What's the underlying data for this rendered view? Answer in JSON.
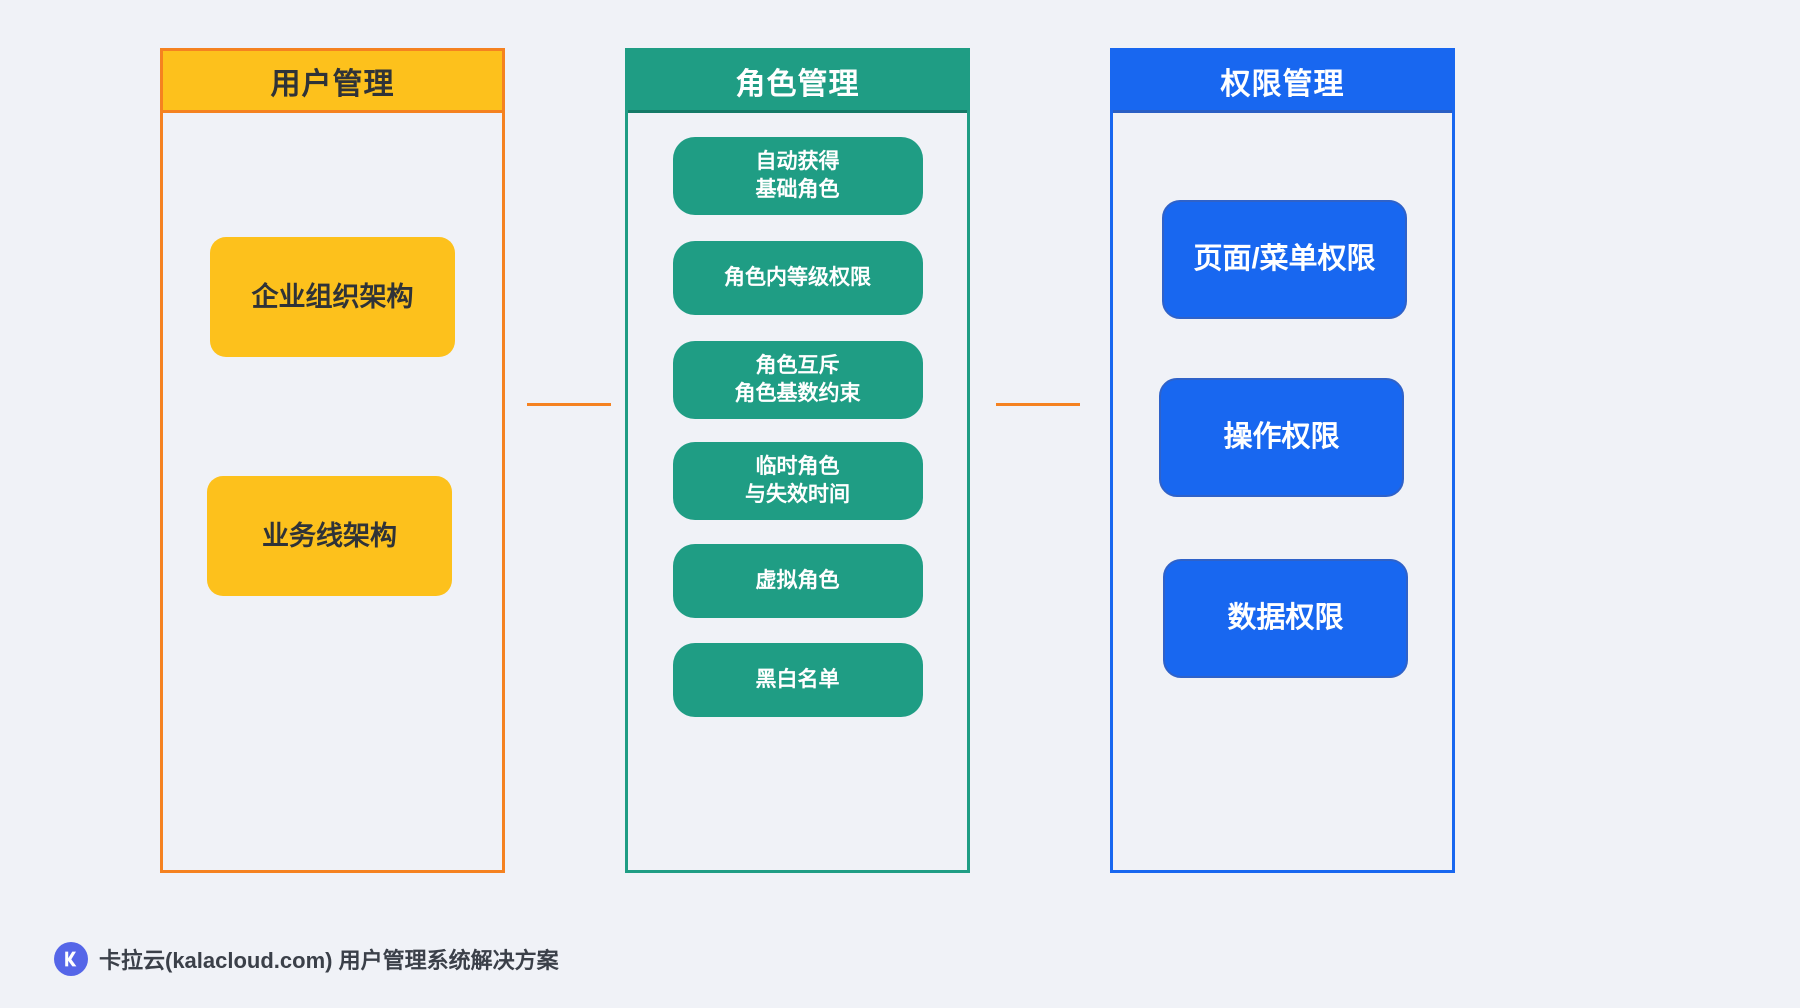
{
  "page": {
    "background_color": "#f0f2f7"
  },
  "columns": [
    {
      "id": "user",
      "title": "用户管理",
      "accent_color": "#f58220",
      "header_bg": "#fdc11c",
      "header_text_color": "#2f3338",
      "nodes": [
        {
          "lines": [
            "企业组织架构"
          ]
        },
        {
          "lines": [
            "业务线架构"
          ]
        }
      ]
    },
    {
      "id": "role",
      "title": "角色管理",
      "accent_color": "#1f9d84",
      "header_bg": "#1f9d84",
      "header_text_color": "#ffffff",
      "nodes": [
        {
          "lines": [
            "自动获得",
            "基础角色"
          ]
        },
        {
          "lines": [
            "角色内等级权限"
          ]
        },
        {
          "lines": [
            "角色互斥",
            "角色基数约束"
          ]
        },
        {
          "lines": [
            "临时角色",
            "与失效时间"
          ]
        },
        {
          "lines": [
            "虚拟角色"
          ]
        },
        {
          "lines": [
            "黑白名单"
          ]
        }
      ]
    },
    {
      "id": "perm",
      "title": "权限管理",
      "accent_color": "#1867f0",
      "header_bg": "#1867f0",
      "header_text_color": "#ffffff",
      "nodes": [
        {
          "lines": [
            "页面/菜单权限"
          ]
        },
        {
          "lines": [
            "操作权限"
          ]
        },
        {
          "lines": [
            "数据权限"
          ]
        }
      ]
    }
  ],
  "connectors": [
    {
      "from": "user",
      "to": "role",
      "color": "#f58220"
    },
    {
      "from": "role",
      "to": "perm",
      "color": "#f58220"
    }
  ],
  "footer": {
    "logo_name": "kalacloud-logo-icon",
    "logo_color": "#5566e8",
    "text": "卡拉云(kalacloud.com) 用户管理系统解决方案"
  }
}
